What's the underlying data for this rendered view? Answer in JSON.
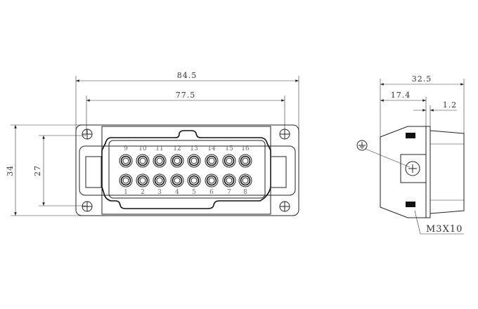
{
  "front_view": {
    "dimensions": {
      "overall_width": "84.5",
      "hole_spacing": "77.5",
      "overall_height": "34",
      "hole_height": "27"
    },
    "top_row_pins": [
      "9",
      "10",
      "11",
      "12",
      "13",
      "14",
      "15",
      "16"
    ],
    "bottom_row_pins": [
      "1",
      "2",
      "3",
      "4",
      "5",
      "6",
      "7",
      "8"
    ]
  },
  "side_view": {
    "dimensions": {
      "overall_depth": "32.5",
      "flange_depth": "17.4",
      "flange_thickness": "1.2"
    },
    "screw_label": "M3X10",
    "ground_symbol": "ground-icon"
  }
}
